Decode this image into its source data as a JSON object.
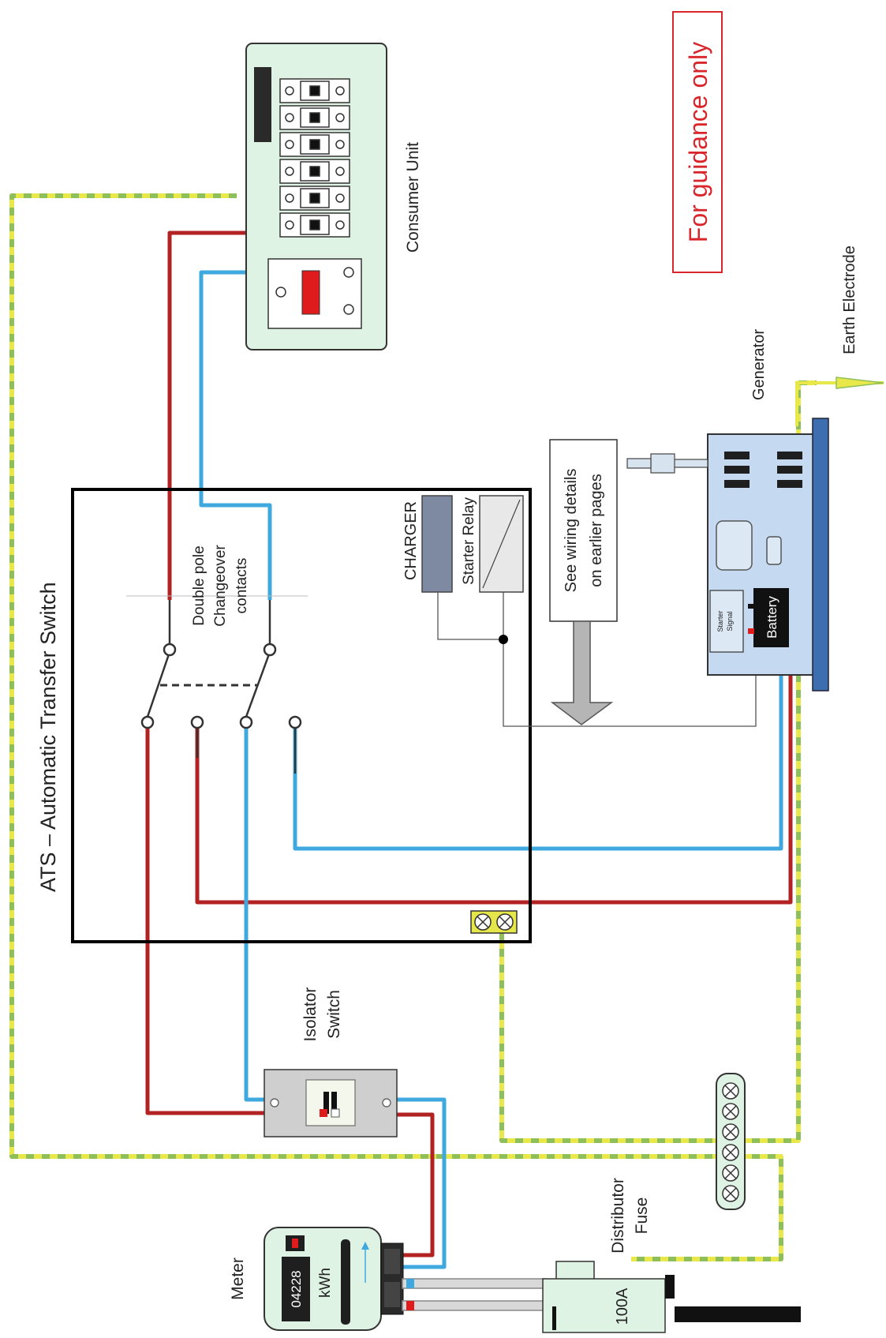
{
  "labels": {
    "ats": "ATS – Automatic Transfer Switch",
    "double_pole_1": "Double pole",
    "double_pole_2": "Changeover",
    "double_pole_3": "contacts",
    "charger": "CHARGER",
    "starter_relay": "Starter Relay",
    "see_wiring_1": "See wiring details",
    "see_wiring_2": "on earlier pages",
    "consumer_unit": "Consumer Unit",
    "guidance": "For guidance only",
    "earth_electrode": "Earth Electrode",
    "generator": "Generator",
    "battery": "Battery",
    "starter_signal_1": "Starter",
    "starter_signal_2": "Signal",
    "isolator_1": "Isolator",
    "isolator_2": "Switch",
    "distributor_1": "Distributor",
    "distributor_2": "Fuse",
    "fuse_rating": "100A",
    "meter": "Meter",
    "meter_reading": "04228",
    "meter_unit": "kWh"
  },
  "colors": {
    "live": "#b22222",
    "neutral": "#3fa9df",
    "earth_yellow": "#e8e84a",
    "earth_green": "#8fbf5a",
    "guidance_red": "#d9262c",
    "consumer_unit_fill": "#dff3e4",
    "generator_fill": "#c5daf0"
  }
}
